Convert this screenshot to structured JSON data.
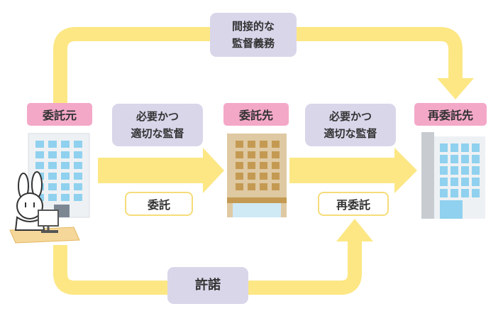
{
  "colors": {
    "arrow": "#fce784",
    "pink_label": "#f4a8c8",
    "purple_label": "#d9d6ea",
    "building_blue": "#8fd1ee"
  },
  "icons": {
    "client_building": "office-building-icon",
    "contractor_building": "tan-building-icon",
    "subcontractor_building": "office-building-icon",
    "mascot": "rabbit-mascot-at-computer-icon"
  },
  "nodes": {
    "client": "委託元",
    "contractor": "委託先",
    "subcontractor": "再委託先"
  },
  "edges": {
    "supervision_1": [
      "必要かつ",
      "適切な監督"
    ],
    "supervision_2": [
      "必要かつ",
      "適切な監督"
    ],
    "consign": "委託",
    "reconsign": "再委託",
    "indirect": [
      "間接的な",
      "監督義務"
    ],
    "approval": "許諾"
  }
}
